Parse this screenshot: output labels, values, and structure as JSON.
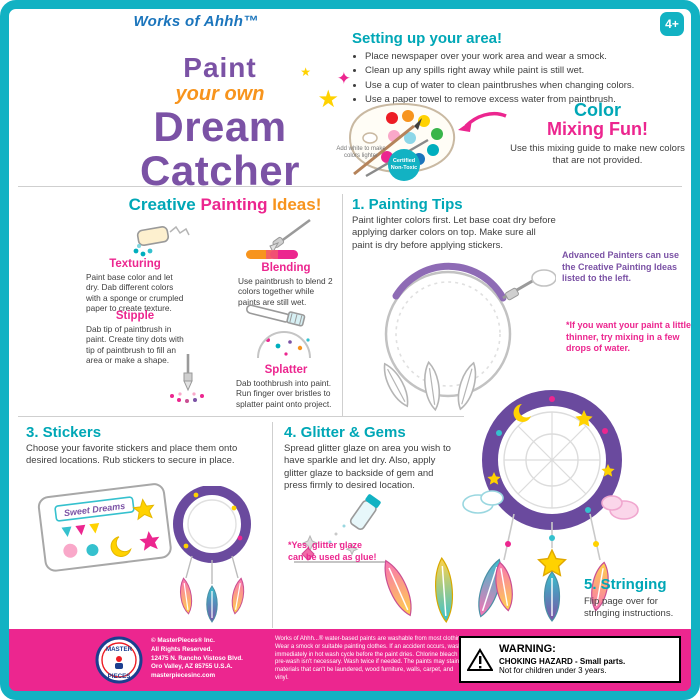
{
  "brand": {
    "logo": "Works of Ahhh™",
    "age_badge": "4+"
  },
  "title": {
    "paint": "Paint",
    "your_own": "your own",
    "dream": "Dream",
    "catcher": "Catcher"
  },
  "setup": {
    "heading": "Setting up your area!",
    "bullets": [
      "Place newspaper over your work area and wear a smock.",
      "Clean up any spills right away while paint is still wet.",
      "Use a cup of water to clean paintbrushes when changing colors.",
      "Use a paper towel to remove excess water from paintbrush."
    ]
  },
  "mixing": {
    "color": "Color",
    "mixing_fun": "Mixing Fun!",
    "body": "Use this mixing guide to make new colors that are not provided.",
    "palette_note": "Add white to make colors lighter",
    "badge_line1": "Certified",
    "badge_line2": "Non-Toxic"
  },
  "creative": {
    "heading_creative": "Creative",
    "heading_painting": "Painting",
    "heading_ideas": "Ideas!",
    "ideas": [
      {
        "title": "Texturing",
        "body": "Paint base color and let dry. Dab different colors with a sponge or crumpled paper to create texture."
      },
      {
        "title": "Blending",
        "body": "Use paintbrush to blend 2 colors together while paints are still wet."
      },
      {
        "title": "Stipple",
        "body": "Dab tip of paintbrush in paint. Create tiny dots with tip of paintbrush to fill an area or make a shape."
      },
      {
        "title": "Splatter",
        "body": "Dab toothbrush into paint. Run finger over bristles to splatter paint onto project."
      }
    ]
  },
  "painting_tips": {
    "heading": "1. Painting Tips",
    "body": "Paint lighter colors first. Let base coat dry before applying darker colors on top. Make sure all paint is dry before applying stickers.",
    "advanced_note": "Advanced Painters can use the Creative Painting Ideas listed to the left.",
    "thinner_note": "*If you want your paint a little thinner, try mixing in a few drops of water."
  },
  "stickers": {
    "heading": "3. Stickers",
    "body": "Choose your favorite stickers and place them onto desired locations. Rub stickers to secure in place.",
    "sheet_text": "Sweet Dreams"
  },
  "glitter": {
    "heading": "4. Glitter & Gems",
    "body": "Spread glitter glaze on area you wish to have sparkle and let dry. Also, apply glitter glaze to backside of gem and press firmly to desired location.",
    "glue_note": "*Yes, glitter glaze can be used as glue!"
  },
  "stringing": {
    "heading": "5. Stringing",
    "body": "Flip page over for stringing instructions."
  },
  "footer": {
    "copyright_lines": [
      "© MasterPieces® Inc.",
      "All Rights Reserved.",
      "12475 N. Rancho Vistoso Blvd.",
      "Oro Valley, AZ 85755 U.S.A.",
      "masterpiecesinc.com"
    ],
    "care_text": "Works of Ahhh...® water-based paints are washable from most clothing. Wear a smock or suitable painting clothes. If an accident occurs, wash immediately in hot wash cycle before the paint dries. Chlorine bleach or pre-wash isn't necessary. Wash twice if needed. The paints may stain materials that can't be laundered, wood furniture, walls, carpet, and vinyl.",
    "warning_title": "WARNING:",
    "warning_line1": "CHOKING HAZARD - Small parts.",
    "warning_line2": "Not for children under 3 years.",
    "logo_top": "MASTER",
    "logo_bottom": "PIECES"
  },
  "colors": {
    "teal": "#12b2c3",
    "magenta": "#ec268f",
    "purple": "#7b52a5",
    "orange": "#f7941d",
    "blue": "#1b75bc"
  }
}
